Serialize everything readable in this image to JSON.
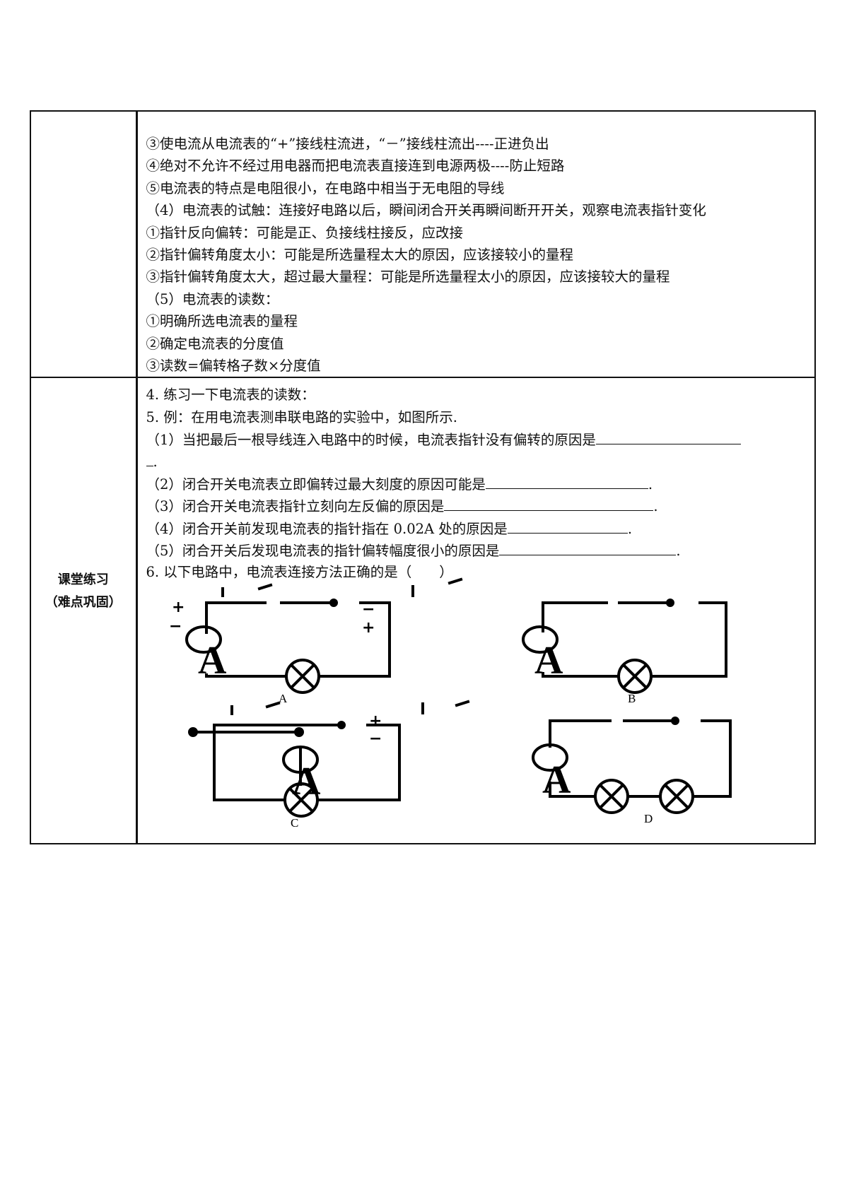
{
  "upper_lines": [
    "③使电流从电流表的“+”接线柱流进，“－”接线柱流出----正进负出",
    "④绝对不允许不经过用电器而把电流表直接连到电源两极----防止短路",
    "⑤电流表的特点是电阻很小，在电路中相当于无电阻的导线",
    "（4）电流表的试触：连接好电路以后，瞬间闭合开关再瞬间断开开关，观察电流表指针变化",
    "①指针反向偏转：可能是正、负接线柱接反，应改接",
    "②指针偏转角度太小：可能是所选量程太大的原因，应该接较小的量程",
    "③指针偏转角度太大，超过最大量程：可能是所选量程太小的原因，应该接较大的量程",
    "（5）电流表的读数：",
    "①明确所选电流表的量程",
    "②确定电流表的分度值",
    "③读数=偏转格子数×分度值"
  ],
  "section_label": {
    "line1": "课堂练习",
    "line2": "（难点巩固）"
  },
  "exercise": {
    "q4": "4. 练习一下电流表的读数：",
    "q5": "5. 例：在用电流表测串联电路的实验中，如图所示.",
    "q5_1": "（1）当把最后一根导线连入电路中的时候，电流表指针没有偏转的原因是",
    "q5_1_end": ".",
    "q5_2": "（2）闭合开关电流表立即偏转过最大刻度的原因可能是",
    "q5_3": "（3）闭合开关电流表指针立刻向左反偏的原因是",
    "q5_4": "（4）闭合开关前发现电流表的指针指在 0.02A 处的原因是",
    "q5_5": "（5）闭合开关后发现电流表的指针偏转幅度很小的原因是",
    "period": ".",
    "q6": "6. 以下电路中，电流表连接方法正确的是（　　）"
  },
  "circuits": {
    "meter_symbol": "A",
    "plus": "+",
    "minus": "−",
    "label_a": "A",
    "label_b": "B",
    "label_c": "C",
    "label_d": "D"
  }
}
